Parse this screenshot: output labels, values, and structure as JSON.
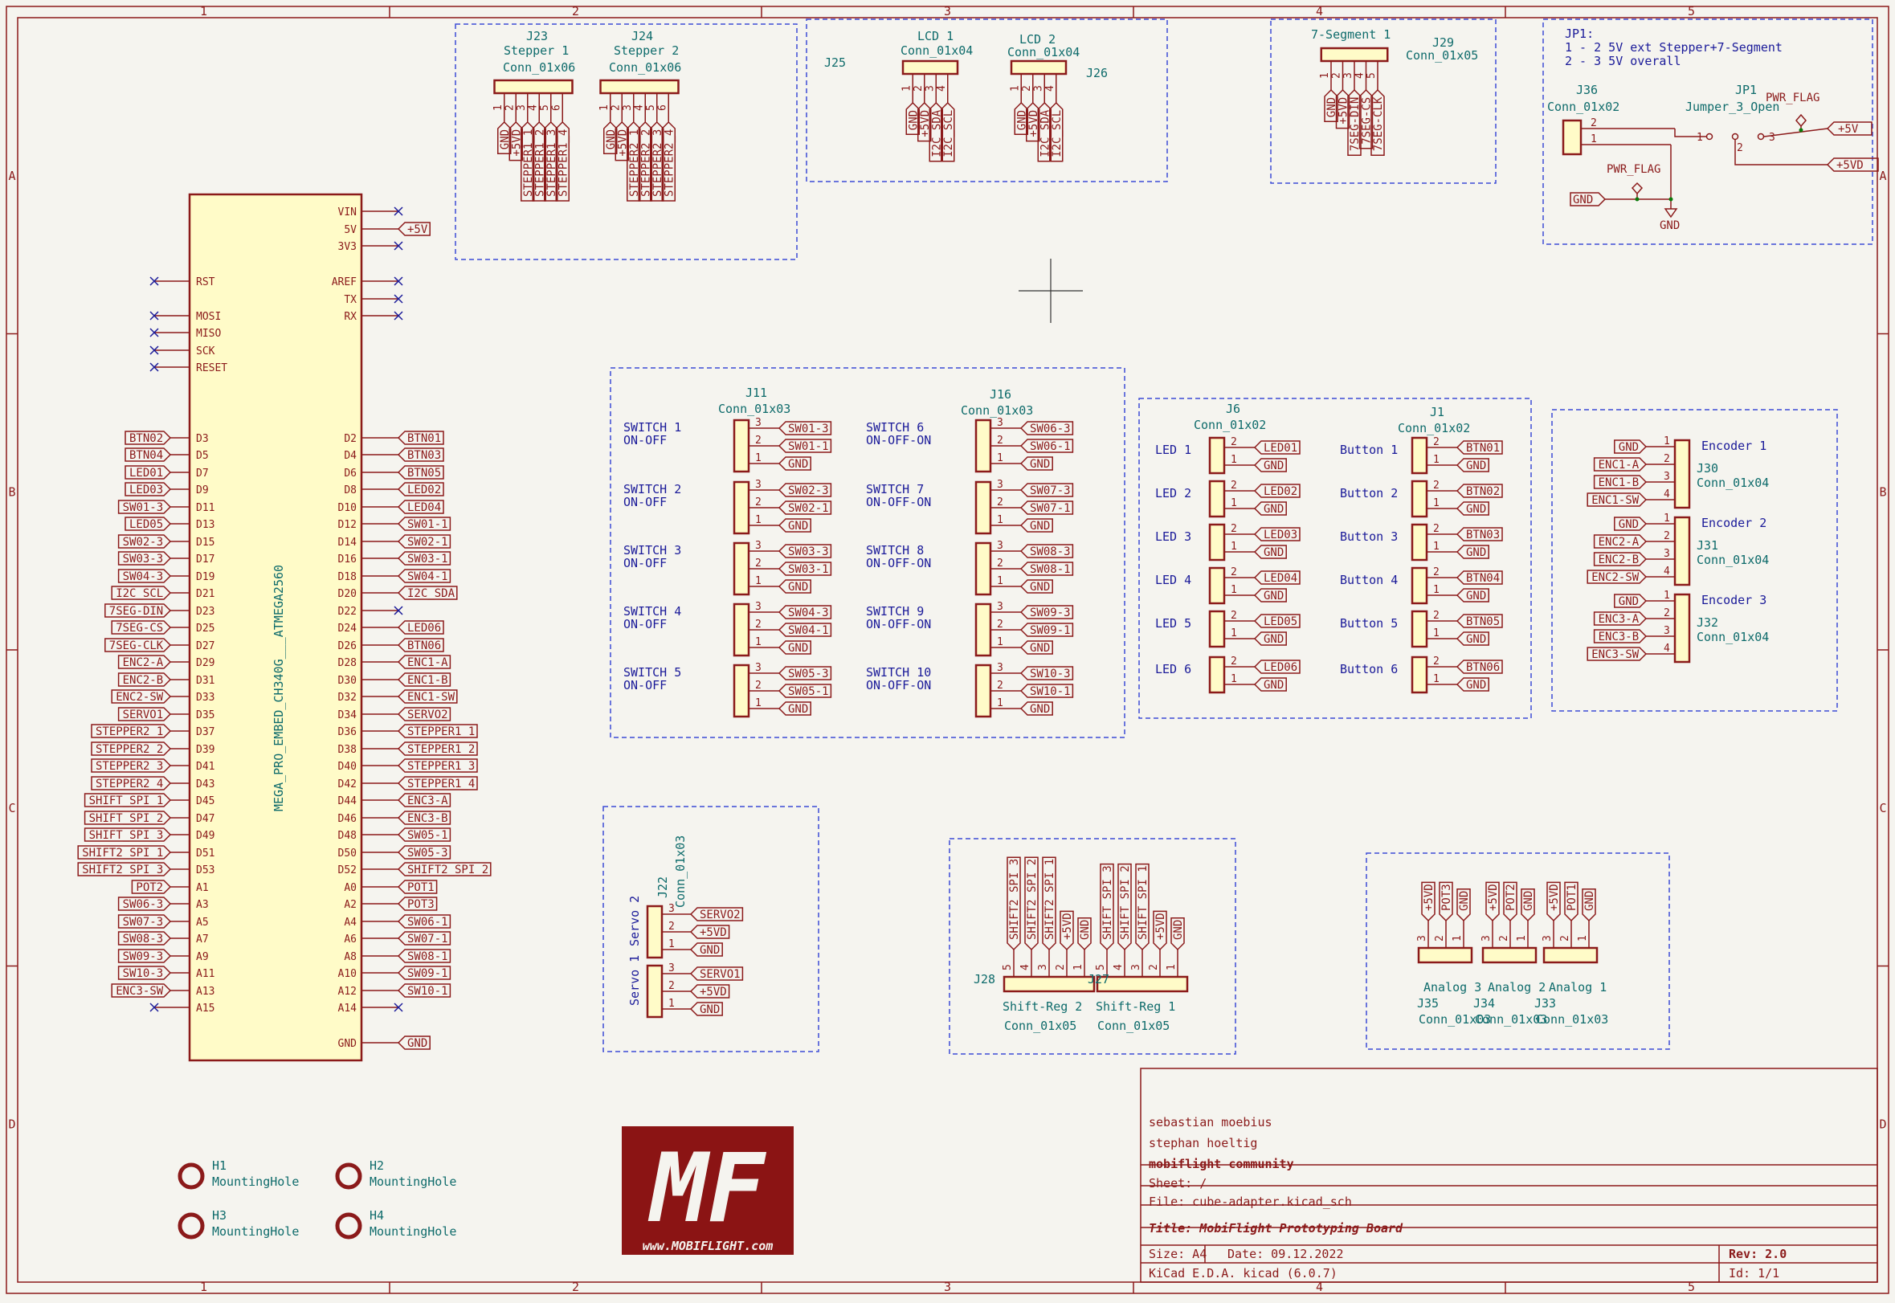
{
  "mcu": {
    "value": "MEGA_PRO_EMBED_CH340G___ATMEGA2560",
    "left_pins": [
      "RST",
      "MOSI",
      "MISO",
      "SCK",
      "RESET",
      "D3",
      "D5",
      "D7",
      "D9",
      "D11",
      "D13",
      "D15",
      "D17",
      "D19",
      "D21",
      "D23",
      "D25",
      "D27",
      "D29",
      "D31",
      "D33",
      "D35",
      "D37",
      "D39",
      "D41",
      "D43",
      "D45",
      "D47",
      "D49",
      "D51",
      "D53",
      "A1",
      "A3",
      "A5",
      "A7",
      "A9",
      "A11",
      "A13",
      "A15"
    ],
    "left_labels": [
      "",
      "",
      "",
      "",
      "",
      "BTN02",
      "BTN04",
      "LED01",
      "LED03",
      "SW01-3",
      "LED05",
      "SW02-3",
      "SW03-3",
      "SW04-3",
      "I2C_SCL",
      "7SEG-DIN",
      "7SEG-CS",
      "7SEG-CLK",
      "ENC2-A",
      "ENC2-B",
      "ENC2-SW",
      "SERVO1",
      "STEPPER2_1",
      "STEPPER2_2",
      "STEPPER2_3",
      "STEPPER2_4",
      "SHIFT_SPI_1",
      "SHIFT_SPI_2",
      "SHIFT_SPI_3",
      "SHIFT2_SPI_1",
      "SHIFT2_SPI_3",
      "POT2",
      "SW06-3",
      "SW07-3",
      "SW08-3",
      "SW09-3",
      "SW10-3",
      "ENC3-SW",
      ""
    ],
    "right_pins": [
      "VIN",
      "5V",
      "3V3",
      "AREF",
      "TX",
      "RX",
      "D2",
      "D4",
      "D6",
      "D8",
      "D10",
      "D12",
      "D14",
      "D16",
      "D18",
      "D20",
      "D22",
      "D24",
      "D26",
      "D28",
      "D30",
      "D32",
      "D34",
      "D36",
      "D38",
      "D40",
      "D42",
      "D44",
      "D46",
      "D48",
      "D50",
      "D52",
      "A0",
      "A2",
      "A4",
      "A6",
      "A8",
      "A10",
      "A12",
      "A14",
      "GND"
    ],
    "right_labels": [
      "",
      "+5V",
      "",
      "",
      "",
      "",
      "BTN01",
      "BTN03",
      "BTN05",
      "LED02",
      "LED04",
      "SW01-1",
      "SW02-1",
      "SW03-1",
      "SW04-1",
      "I2C_SDA",
      "",
      "LED06",
      "BTN06",
      "ENC1-A",
      "ENC1-B",
      "ENC1-SW",
      "SERVO2",
      "STEPPER1_1",
      "STEPPER1_2",
      "STEPPER1_3",
      "STEPPER1_4",
      "ENC3-A",
      "ENC3-B",
      "SW05-1",
      "SW05-3",
      "SHIFT2_SPI_2",
      "POT1",
      "POT3",
      "SW06-1",
      "SW07-1",
      "SW08-1",
      "SW09-1",
      "SW10-1",
      "",
      "GND"
    ]
  },
  "steppers": {
    "J23": {
      "ref": "J23",
      "title": "Stepper 1",
      "value": "Conn_01x06",
      "labels": [
        "GND",
        "+5VD",
        "STEPPER1_1",
        "STEPPER1_2",
        "STEPPER1_3",
        "STEPPER1_4"
      ]
    },
    "J24": {
      "ref": "J24",
      "title": "Stepper 2",
      "value": "Conn_01x06",
      "labels": [
        "GND",
        "+5VD",
        "STEPPER2_1",
        "STEPPER2_2",
        "STEPPER2_3",
        "STEPPER2_4"
      ]
    }
  },
  "lcds": {
    "J25": {
      "ref": "J25",
      "title": "LCD 1",
      "value": "Conn_01x04",
      "labels": [
        "GND",
        "+5VD",
        "I2C_SDA",
        "I2C_SCL"
      ]
    },
    "J26": {
      "ref": "J26",
      "title": "LCD 2",
      "value": "Conn_01x04",
      "labels": [
        "GND",
        "+5VD",
        "I2C_SDA",
        "I2C_SCL"
      ]
    }
  },
  "seg": {
    "ref": "J29",
    "title": "7-Segment 1",
    "value": "Conn_01x05",
    "labels": [
      "GND",
      "+5VD",
      "7SEG-DIN",
      "7SEG-CS",
      "7SEG-CLK"
    ]
  },
  "jumper": {
    "note1": "JP1:",
    "note2": "1 - 2 5V ext Stepper+7-Segment",
    "note3": "2 - 3 5V overall",
    "j36": "J36",
    "j36_val": "Conn_01x02",
    "jp1": "JP1",
    "jp1_val": "Jumper_3_Open",
    "pwr_flag": "PWR_FLAG",
    "p5v": "+5V",
    "p5vd": "+5VD",
    "gnd": "GND"
  },
  "switches": {
    "left": [
      {
        "name": "SWITCH 1",
        "mode": "ON-OFF",
        "p3": "SW01-3",
        "p2": "SW01-1"
      },
      {
        "name": "SWITCH 2",
        "mode": "ON-OFF",
        "p3": "SW02-3",
        "p2": "SW02-1"
      },
      {
        "name": "SWITCH 3",
        "mode": "ON-OFF",
        "p3": "SW03-3",
        "p2": "SW03-1"
      },
      {
        "name": "SWITCH 4",
        "mode": "ON-OFF",
        "p3": "SW04-3",
        "p2": "SW04-1"
      },
      {
        "name": "SWITCH 5",
        "mode": "ON-OFF",
        "p3": "SW05-3",
        "p2": "SW05-1"
      }
    ],
    "right": [
      {
        "name": "SWITCH 6",
        "mode": "ON-OFF-ON",
        "p3": "SW06-3",
        "p2": "SW06-1"
      },
      {
        "name": "SWITCH 7",
        "mode": "ON-OFF-ON",
        "p3": "SW07-3",
        "p2": "SW07-1"
      },
      {
        "name": "SWITCH 8",
        "mode": "ON-OFF-ON",
        "p3": "SW08-3",
        "p2": "SW08-1"
      },
      {
        "name": "SWITCH 9",
        "mode": "ON-OFF-ON",
        "p3": "SW09-3",
        "p2": "SW09-1"
      },
      {
        "name": "SWITCH 10",
        "mode": "ON-OFF-ON",
        "p3": "SW10-3",
        "p2": "SW10-1"
      }
    ],
    "j11": "J11",
    "j16": "J16",
    "value": "Conn_01x03",
    "gnd": "GND"
  },
  "leds": {
    "j6": "J6",
    "j1": "J1",
    "value": "Conn_01x02",
    "gnd": "GND",
    "leds": [
      {
        "name": "LED 1",
        "sig": "LED01"
      },
      {
        "name": "LED 2",
        "sig": "LED02"
      },
      {
        "name": "LED 3",
        "sig": "LED03"
      },
      {
        "name": "LED 4",
        "sig": "LED04"
      },
      {
        "name": "LED 5",
        "sig": "LED05"
      },
      {
        "name": "LED 6",
        "sig": "LED06"
      }
    ],
    "buttons": [
      {
        "name": "Button 1",
        "sig": "BTN01"
      },
      {
        "name": "Button 2",
        "sig": "BTN02"
      },
      {
        "name": "Button 3",
        "sig": "BTN03"
      },
      {
        "name": "Button 4",
        "sig": "BTN04"
      },
      {
        "name": "Button 5",
        "sig": "BTN05"
      },
      {
        "name": "Button 6",
        "sig": "BTN06"
      }
    ]
  },
  "encoders": [
    {
      "title": "Encoder 1",
      "ref": "J30",
      "value": "Conn_01x04",
      "labels": [
        "GND",
        "ENC1-A",
        "ENC1-B",
        "ENC1-SW"
      ]
    },
    {
      "title": "Encoder 2",
      "ref": "J31",
      "value": "Conn_01x04",
      "labels": [
        "GND",
        "ENC2-A",
        "ENC2-B",
        "ENC2-SW"
      ]
    },
    {
      "title": "Encoder 3",
      "ref": "J32",
      "value": "Conn_01x04",
      "labels": [
        "GND",
        "ENC3-A",
        "ENC3-B",
        "ENC3-SW"
      ]
    }
  ],
  "servos": {
    "ref": "J22",
    "value": "Conn_01x03",
    "s2": "Servo 2",
    "s1": "Servo 1",
    "s2_sig": "SERVO2",
    "s1_sig": "SERVO1",
    "p5vd": "+5VD",
    "gnd": "GND"
  },
  "shiftregs": [
    {
      "ref": "J28",
      "title": "Shift-Reg 2",
      "value": "Conn_01x05",
      "labels": [
        "SHIFT2_SPI_3",
        "SHIFT2_SPI_2",
        "SHIFT2_SPI_1",
        "+5VD",
        "GND"
      ]
    },
    {
      "ref": "J27",
      "title": "Shift-Reg 1",
      "value": "Conn_01x05",
      "labels": [
        "SHIFT_SPI_3",
        "SHIFT_SPI_2",
        "SHIFT_SPI_1",
        "+5VD",
        "GND"
      ]
    }
  ],
  "analogs": [
    {
      "ref": "J35",
      "title": "Analog 3",
      "value": "Conn_01x03",
      "labels": [
        "+5VD",
        "POT3",
        "GND"
      ]
    },
    {
      "ref": "J34",
      "title": "Analog 2",
      "value": "Conn_01x03",
      "labels": [
        "+5VD",
        "POT2",
        "GND"
      ]
    },
    {
      "ref": "J33",
      "title": "Analog 1",
      "value": "Conn_01x03",
      "labels": [
        "+5VD",
        "POT1",
        "GND"
      ]
    }
  ],
  "holes": [
    {
      "ref": "H1",
      "value": "MountingHole"
    },
    {
      "ref": "H2",
      "value": "MountingHole"
    },
    {
      "ref": "H3",
      "value": "MountingHole"
    },
    {
      "ref": "H4",
      "value": "MountingHole"
    }
  ],
  "logo": {
    "text": "MF",
    "url": "www.MOBIFLIGHT.com"
  },
  "titleblock": {
    "author1": "sebastian moebius",
    "author2": "stephan hoeltig",
    "company": "mobiflight community",
    "sheet": "Sheet: /",
    "file": "File: cube-adapter.kicad_sch",
    "title": "Title: MobiFlight Prototyping Board",
    "size": "Size: A4",
    "date": "Date: 09.12.2022",
    "rev": "Rev: 2.0",
    "tool": "KiCad E.D.A.  kicad (6.0.7)",
    "id": "Id: 1/1"
  },
  "border": {
    "cols": [
      "1",
      "2",
      "3",
      "4",
      "5"
    ],
    "rows": [
      "A",
      "B",
      "C",
      "D"
    ]
  },
  "colors": {
    "wire": "#8b1a1a",
    "body": "#fffbc8",
    "group": "#3c4bd6",
    "ref": "#0e6b6b",
    "text": "#1a1a99",
    "flag": "#0a7a0a"
  }
}
